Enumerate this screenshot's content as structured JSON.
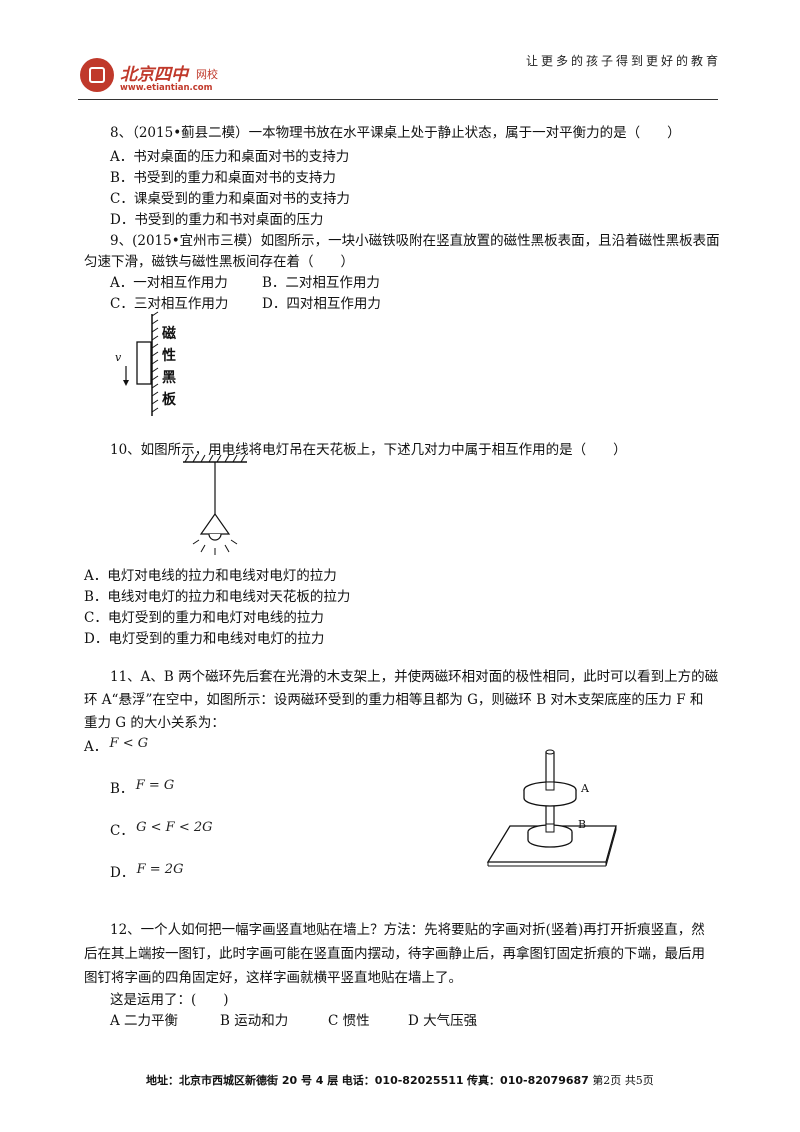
{
  "header": {
    "logo_name": "北京四中",
    "logo_sub": "网校",
    "logo_url": "www.etiantian.com",
    "slogan": "让更多的孩子得到更好的教育"
  },
  "q8": {
    "stem": "8、（2015•蓟县二模）一本物理书放在水平课桌上处于静止状态，属于一对平衡力的是（　　）",
    "options": [
      "A．书对桌面的压力和桌面对书的支持力",
      "B．书受到的重力和桌面对书的支持力",
      "C．课桌受到的重力和桌面对书的支持力",
      "D．书受到的重力和书对桌面的压力"
    ]
  },
  "q9": {
    "stem_line1": "9、(2015•宜州市三模）如图所示，一块小磁铁吸附在竖直放置的磁性黑板表面，且沿着磁性黑板表面",
    "stem_line2": "匀速下滑，磁铁与磁性黑板间存在着（　　）",
    "options": [
      "A．一对相互作用力",
      "B．二对相互作用力",
      "C．三对相互作用力",
      "D．四对相互作用力"
    ],
    "figure": {
      "velocity_label": "v",
      "board_label": [
        "磁",
        "性",
        "黑",
        "板"
      ]
    }
  },
  "q10": {
    "stem": "10、如图所示，用电线将电灯吊在天花板上，下述几对力中属于相互作用的是（　　）",
    "options": [
      "A．电灯对电线的拉力和电线对电灯的拉力",
      "B．电线对电灯的拉力和电线对天花板的拉力",
      "C．电灯受到的重力和电灯对电线的拉力",
      "D．电灯受到的重力和电线对电灯的拉力"
    ]
  },
  "q11": {
    "stem_line1": "11、A、B 两个磁环先后套在光滑的木支架上，并使两磁环相对面的极性相同，此时可以看到上方的磁",
    "stem_line2": "环 A“悬浮”在空中，如图所示：设两磁环受到的重力相等且都为 G，则磁环 B 对木支架底座的压力 F 和",
    "stem_line3": "重力 G 的大小关系为：",
    "options": [
      {
        "letter": "A．",
        "formula": "F < G"
      },
      {
        "letter": "B．",
        "formula": "F = G"
      },
      {
        "letter": "C．",
        "formula": "G < F < 2G"
      },
      {
        "letter": "D．",
        "formula": "F = 2G"
      }
    ],
    "figure": {
      "label_a": "A",
      "label_b": "B"
    }
  },
  "q12": {
    "stem_line1": "12、一个人如何把一幅字画竖直地贴在墙上？方法：先将要贴的字画对折(竖着)再打开折痕竖直，然",
    "stem_line2": "后在其上端按一图钉，此时字画可能在竖直面内摆动，待字画静止后，再拿图钉固定折痕的下端，最后用",
    "stem_line3": "图钉将字画的四角固定好，这样字画就横平竖直地贴在墙上了。",
    "stem_line4": "这是运用了：(　　)",
    "options": [
      "A 二力平衡",
      "B 运动和力",
      "C 惯性",
      "D 大气压强"
    ]
  },
  "footer": {
    "address_label": "地址：",
    "address": "北京市西城区新德街 20 号 4 层",
    "phone_label": "电话：",
    "phone": "010-82025511",
    "fax_label": "传真：",
    "fax": "010-82079687",
    "page": "第2页",
    "total": "共5页"
  }
}
